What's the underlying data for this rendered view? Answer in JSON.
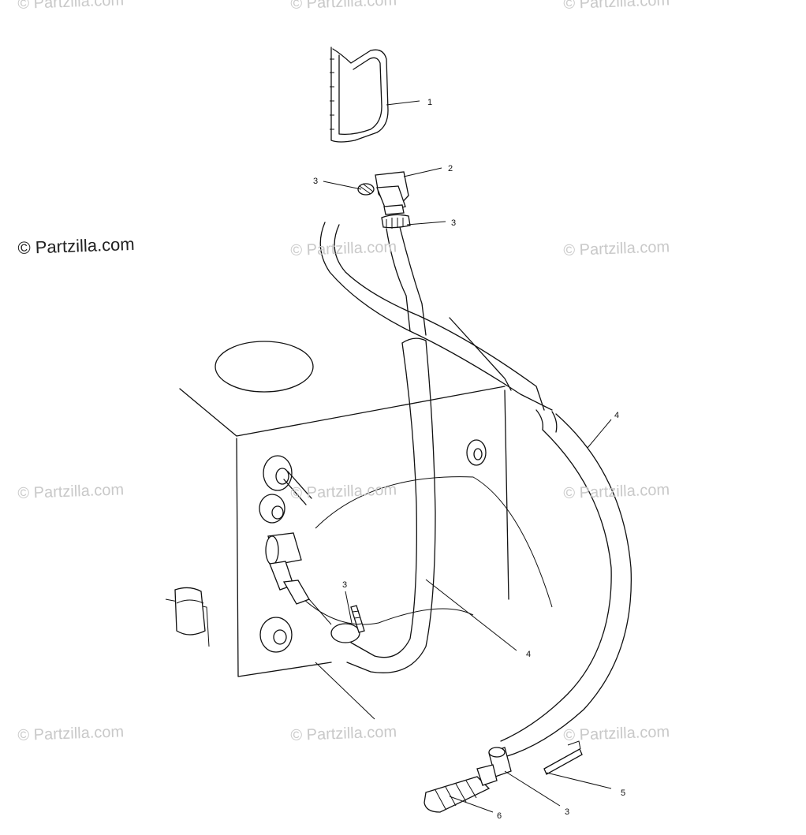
{
  "watermark": {
    "text": "© Partzilla.com",
    "primary_text": "© Partzilla.com",
    "color": "#c9c9c9"
  },
  "callouts": [
    {
      "id": "c1",
      "label": "1"
    },
    {
      "id": "c2",
      "label": "2"
    },
    {
      "id": "c3a",
      "label": "3"
    },
    {
      "id": "c3b",
      "label": "3"
    },
    {
      "id": "c3c",
      "label": "3"
    },
    {
      "id": "c3d",
      "label": "3"
    },
    {
      "id": "c4a",
      "label": "4"
    },
    {
      "id": "c4b",
      "label": "4"
    },
    {
      "id": "c5",
      "label": "5"
    },
    {
      "id": "c6",
      "label": "6"
    }
  ]
}
